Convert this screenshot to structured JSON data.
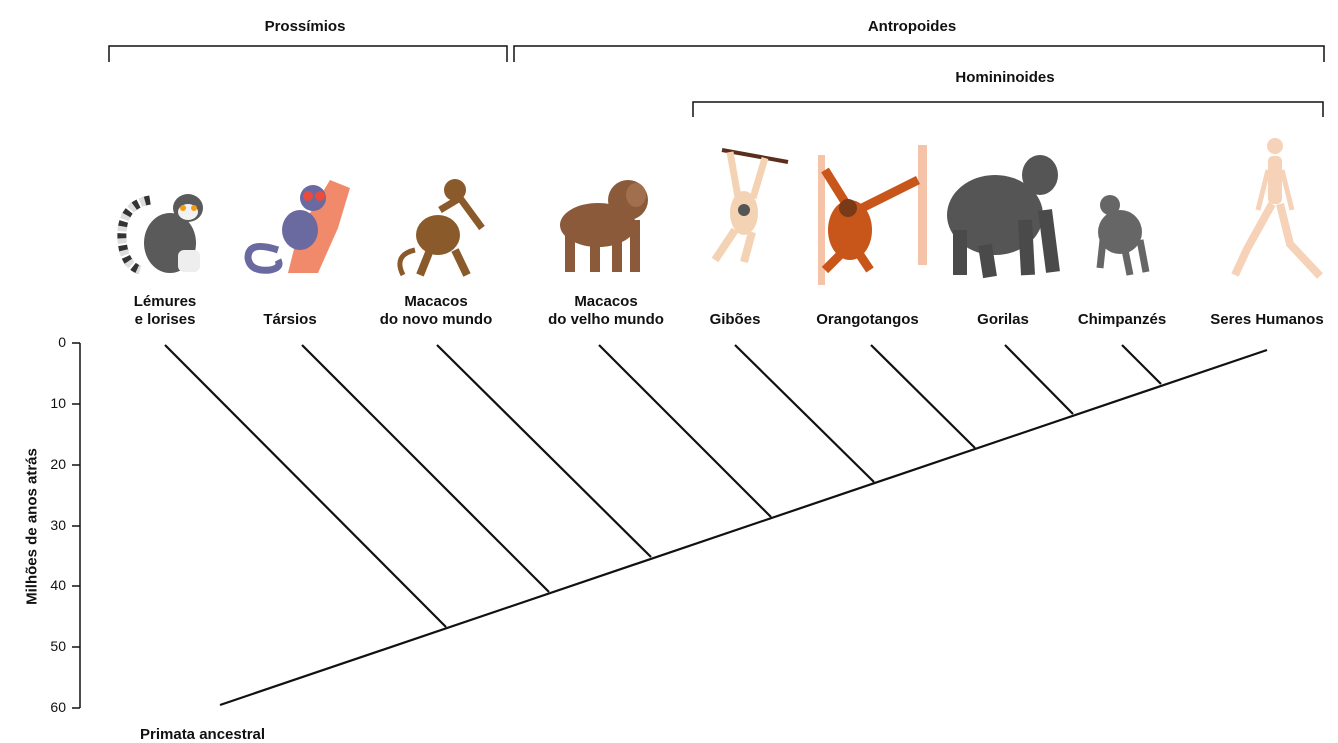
{
  "groups": {
    "prosimians": "Prossímios",
    "anthropoids": "Antropoides",
    "hominoids": "Homininoides"
  },
  "taxa": [
    {
      "line1": "Lémures",
      "line2": "e lorises",
      "icon": "lemur-icon"
    },
    {
      "line1": "",
      "line2": "Társios",
      "icon": "tarsier-icon"
    },
    {
      "line1": "Macacos",
      "line2": "do novo mundo",
      "icon": "new-world-monkey-icon"
    },
    {
      "line1": "Macacos",
      "line2": "do velho mundo",
      "icon": "old-world-monkey-icon"
    },
    {
      "line1": "",
      "line2": "Gibões",
      "icon": "gibbon-icon"
    },
    {
      "line1": "",
      "line2": "Orangotangos",
      "icon": "orangutan-icon"
    },
    {
      "line1": "",
      "line2": "Gorilas",
      "icon": "gorilla-icon"
    },
    {
      "line1": "",
      "line2": "Chimpanzés",
      "icon": "chimpanzee-icon"
    },
    {
      "line1": "",
      "line2": "Seres Humanos",
      "icon": "human-icon"
    }
  ],
  "axis": {
    "label": "Milhões de anos atrás",
    "ticks": [
      "0",
      "10",
      "20",
      "30",
      "40",
      "50",
      "60"
    ]
  },
  "root_label": "Primata ancestral",
  "colors": {
    "lemur": "#5a5a5a",
    "tarsier": "#6b6aa0",
    "branch": "#f08a6a",
    "new_world_monkey": "#8a5a2b",
    "old_world_monkey": "#8a5a3a",
    "gibbon": "#f4d3b5",
    "orangutan": "#c8561a",
    "gorilla": "#555555",
    "chimpanzee": "#666666",
    "human": "#f5d2b8"
  }
}
